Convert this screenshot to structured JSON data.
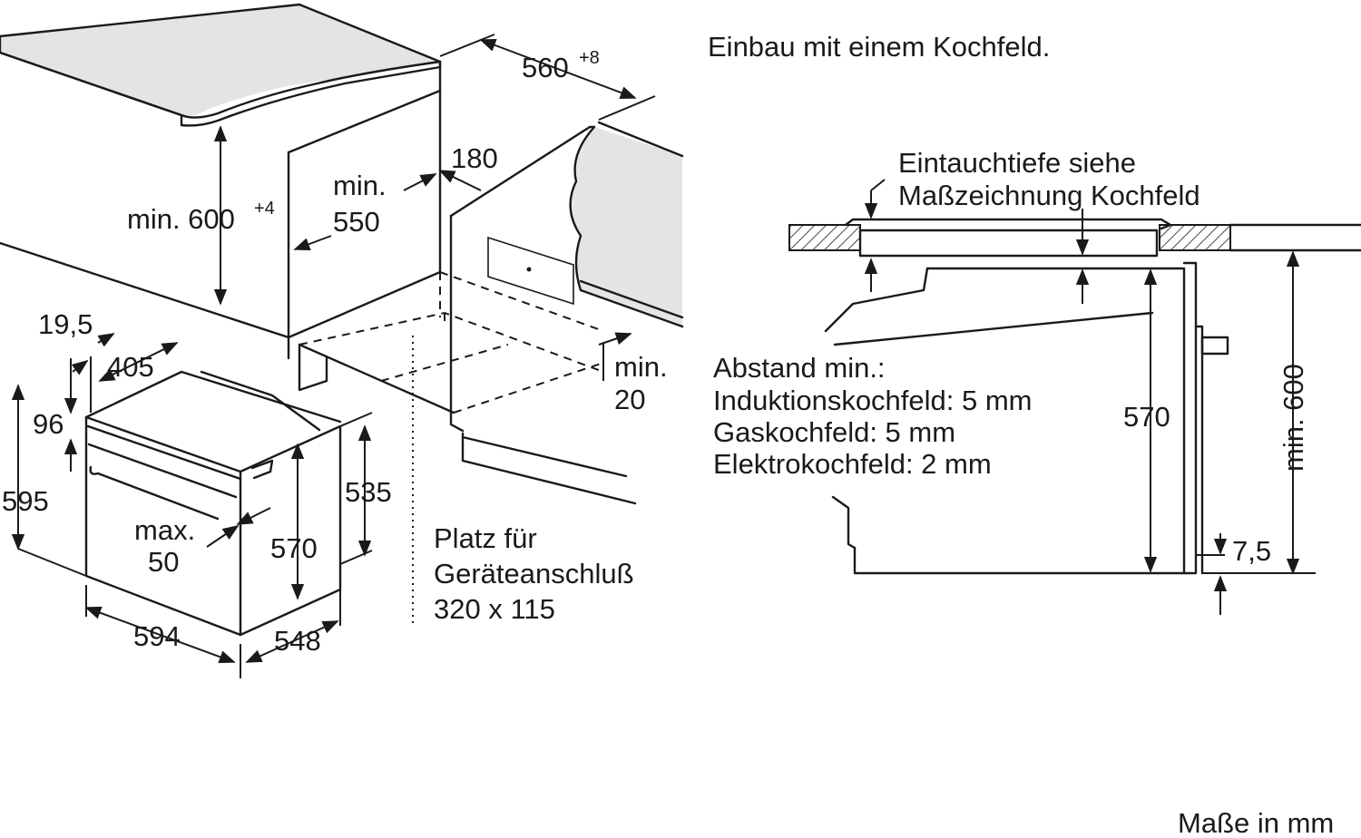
{
  "left_diagram": {
    "worktop_opening_width": "560",
    "worktop_opening_width_tol": "+8",
    "cabinet_height_prefix": "min. 600",
    "cabinet_height_tol": "+4",
    "cabinet_depth_line1": "min.",
    "cabinet_depth_line2": "550",
    "rear_gap": "180",
    "side_gap_line1": "min.",
    "side_gap_line2": "20",
    "front_offset": "19,5",
    "handle_width": "405",
    "top_panel": "96",
    "oven_height": "595",
    "door_gap_line1": "max.",
    "door_gap_line2": "50",
    "body_height_570": "570",
    "body_height_535": "535",
    "oven_width": "594",
    "oven_depth": "548",
    "connection_line1": "Platz für",
    "connection_line2": "Geräteanschluß",
    "connection_line3": "320 x 115"
  },
  "right_diagram": {
    "title": "Einbau mit einem Kochfeld.",
    "immersion_line1": "Eintauchtiefe siehe",
    "immersion_line2": "Maßzeichnung Kochfeld",
    "distance_title": "Abstand min.:",
    "distance_induction": "Induktionskochfeld: 5 mm",
    "distance_gas": "Gaskochfeld: 5 mm",
    "distance_electric": "Elektrokochfeld: 2 mm",
    "oven_height": "570",
    "cabinet_height": "min. 600",
    "bottom_gap": "7,5"
  },
  "footer": {
    "units": "Maße in mm"
  }
}
